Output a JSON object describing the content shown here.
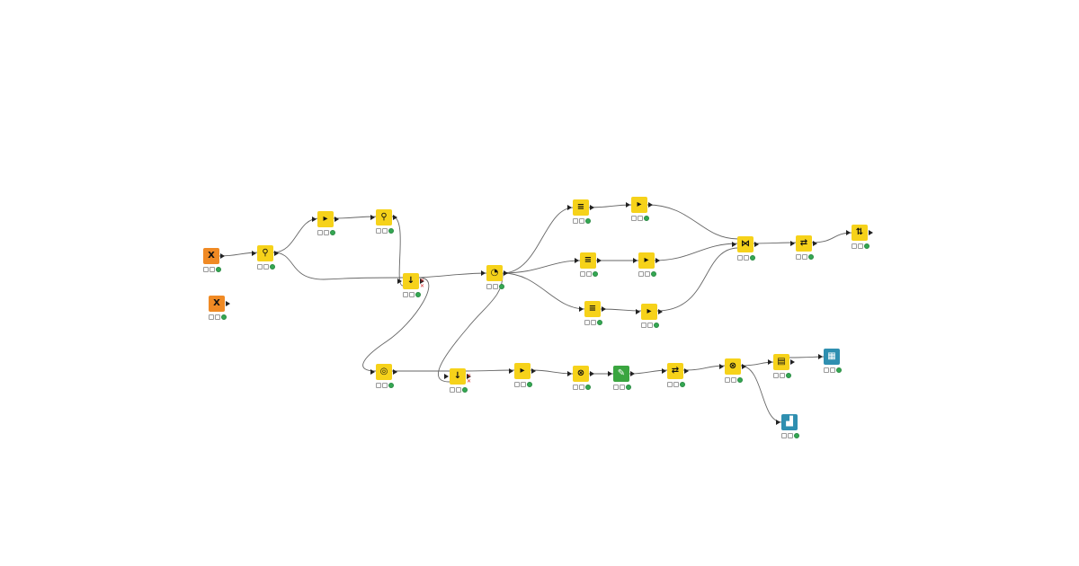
{
  "colors": {
    "source": "#f08a24",
    "manipulator": "#f6d21a",
    "learner": "#3aa540",
    "view": "#2f8fb0",
    "edge": "#666666"
  },
  "nodes": [
    {
      "id": "n1",
      "kind": "source",
      "icon": "excel-reader-icon",
      "glyph": "X"
    },
    {
      "id": "n2",
      "kind": "source",
      "icon": "excel-reader-icon",
      "glyph": "X"
    },
    {
      "id": "n3",
      "kind": "manipulator",
      "icon": "search-icon",
      "glyph": "⚲"
    },
    {
      "id": "n4",
      "kind": "manipulator",
      "icon": "row-filter-icon",
      "glyph": "▸"
    },
    {
      "id": "n5",
      "kind": "manipulator",
      "icon": "search-icon",
      "glyph": "⚲"
    },
    {
      "id": "n6",
      "kind": "manipulator",
      "icon": "concatenate-icon",
      "glyph": "↓"
    },
    {
      "id": "n7",
      "kind": "manipulator",
      "icon": "clock-icon",
      "glyph": "◔"
    },
    {
      "id": "n8",
      "kind": "manipulator",
      "icon": "column-filter-icon",
      "glyph": "≡"
    },
    {
      "id": "n9",
      "kind": "manipulator",
      "icon": "row-filter-icon",
      "glyph": "▸"
    },
    {
      "id": "n10",
      "kind": "manipulator",
      "icon": "column-filter-icon",
      "glyph": "≡"
    },
    {
      "id": "n11",
      "kind": "manipulator",
      "icon": "row-filter-icon",
      "glyph": "▸"
    },
    {
      "id": "n12",
      "kind": "manipulator",
      "icon": "column-filter-icon",
      "glyph": "≡"
    },
    {
      "id": "n13",
      "kind": "manipulator",
      "icon": "row-filter-icon",
      "glyph": "▸"
    },
    {
      "id": "n14",
      "kind": "manipulator",
      "icon": "joiner-icon",
      "glyph": "⋈"
    },
    {
      "id": "n15",
      "kind": "manipulator",
      "icon": "transform-icon",
      "glyph": "⇄"
    },
    {
      "id": "n16",
      "kind": "manipulator",
      "icon": "sorter-icon",
      "glyph": "⇅"
    },
    {
      "id": "n17",
      "kind": "manipulator",
      "icon": "domain-icon",
      "glyph": "◎"
    },
    {
      "id": "n18",
      "kind": "manipulator",
      "icon": "concatenate-icon",
      "glyph": "↓"
    },
    {
      "id": "n19",
      "kind": "manipulator",
      "icon": "row-filter-icon",
      "glyph": "▸"
    },
    {
      "id": "n20",
      "kind": "manipulator",
      "icon": "partition-icon",
      "glyph": "⊗"
    },
    {
      "id": "n21",
      "kind": "learner",
      "icon": "learner-icon",
      "glyph": "✎"
    },
    {
      "id": "n22",
      "kind": "manipulator",
      "icon": "transform-icon",
      "glyph": "⇄"
    },
    {
      "id": "n23",
      "kind": "manipulator",
      "icon": "partition-icon",
      "glyph": "⊗"
    },
    {
      "id": "n24",
      "kind": "manipulator",
      "icon": "scorer-icon",
      "glyph": "▤"
    },
    {
      "id": "n25",
      "kind": "view",
      "icon": "table-view-icon",
      "glyph": "▦"
    },
    {
      "id": "n26",
      "kind": "view",
      "icon": "chart-view-icon",
      "glyph": "▟"
    }
  ]
}
